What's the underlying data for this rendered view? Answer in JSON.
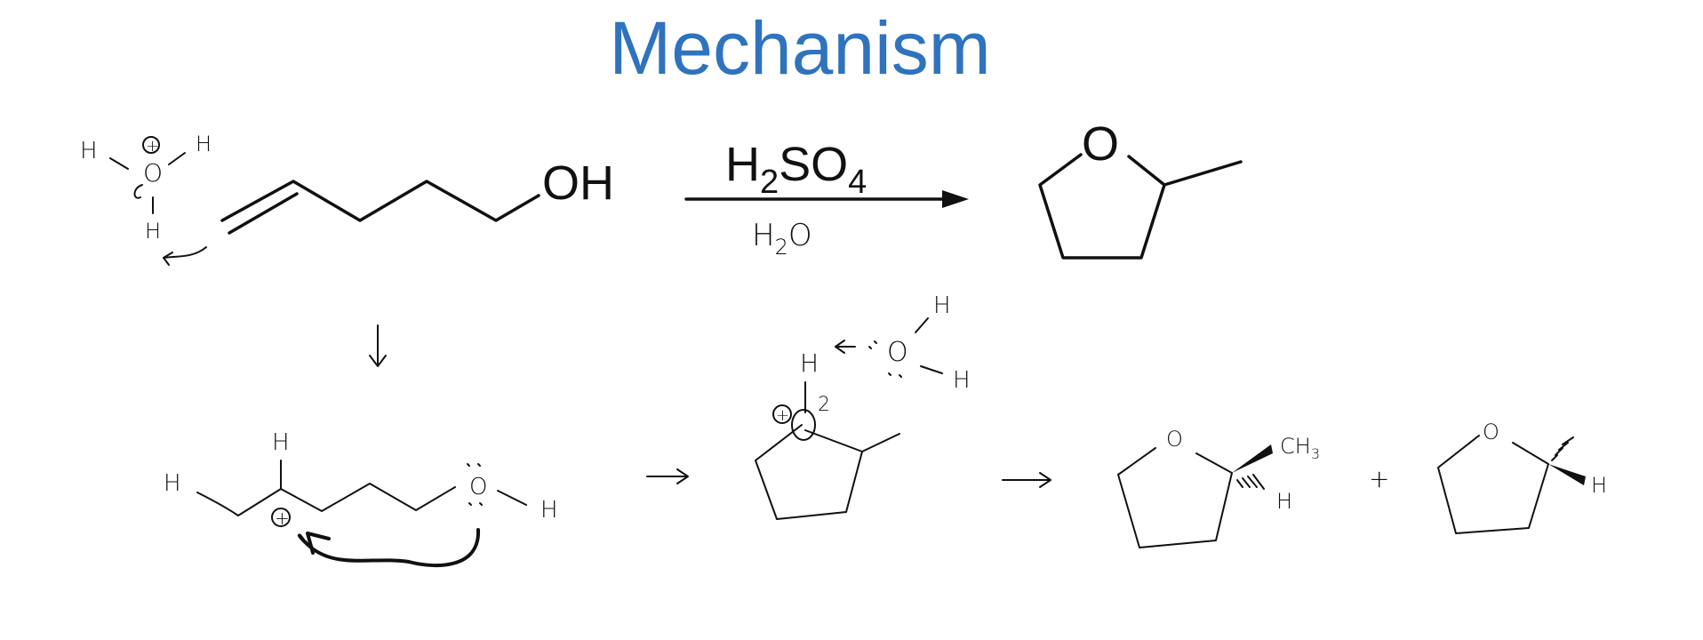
{
  "title": "Mechanism",
  "reaction": {
    "reactant_group": "OH",
    "reagent_top": {
      "main": "H",
      "sub1": "2",
      "mid": "SO",
      "sub2": "4"
    },
    "reagent_bottom": {
      "main": "H",
      "sub": "2",
      "end": "O"
    },
    "product_atom": "O"
  },
  "hydronium": {
    "atom": "O",
    "h_left": "H",
    "h_right": "H",
    "h_bottom": "H",
    "charge": "+"
  },
  "carbocation": {
    "h_top": "H",
    "h_left": "H",
    "oxygen": "O",
    "h_right": "H",
    "charge": "+"
  },
  "oxonium": {
    "h_top": "H",
    "charge": "+",
    "subscript": "2",
    "water_o": "O",
    "water_h1": "H",
    "water_h2": "H"
  },
  "product_1": {
    "atom": "O",
    "ch3": "CH",
    "ch3_sub": "3",
    "h": "H"
  },
  "plus_sign": "+",
  "product_2": {
    "atom": "O",
    "h": "H"
  }
}
